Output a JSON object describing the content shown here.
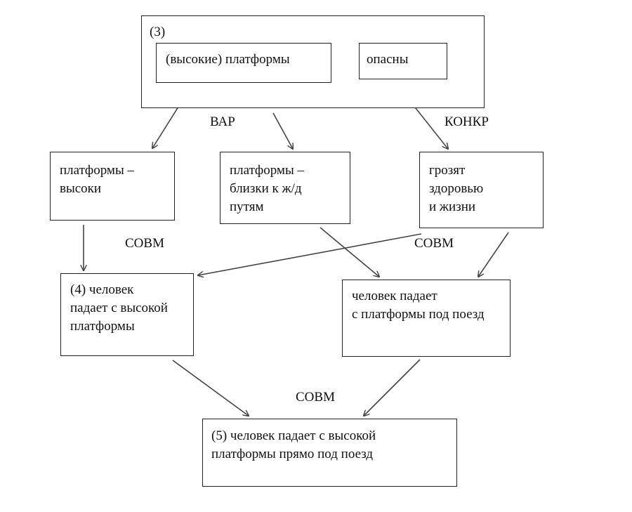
{
  "group3": {
    "tag": "(3)",
    "platforms": "(высокие) платформы",
    "dangerous": "опасны"
  },
  "boxes": {
    "platforms_high": "платформы –\nвысоки",
    "platforms_near": "платформы –\nблизки к ж/д\nпутям",
    "threaten": "грозят\nздоровью\nи жизни",
    "falls_high": "(4) человек\nпадает с высокой\nплатформы",
    "falls_under": "человек падает\nс платформы под поезд",
    "final": "(5) человек падает с высокой\nплатформы прямо под поезд"
  },
  "labels": {
    "var": "ВАР",
    "konkr": "КОНКР",
    "sovm_left": "СОВМ",
    "sovm_right": "СОВМ",
    "sovm_bottom": "СОВМ"
  },
  "colors": {
    "line": "#222222",
    "arrow": "#444444"
  }
}
